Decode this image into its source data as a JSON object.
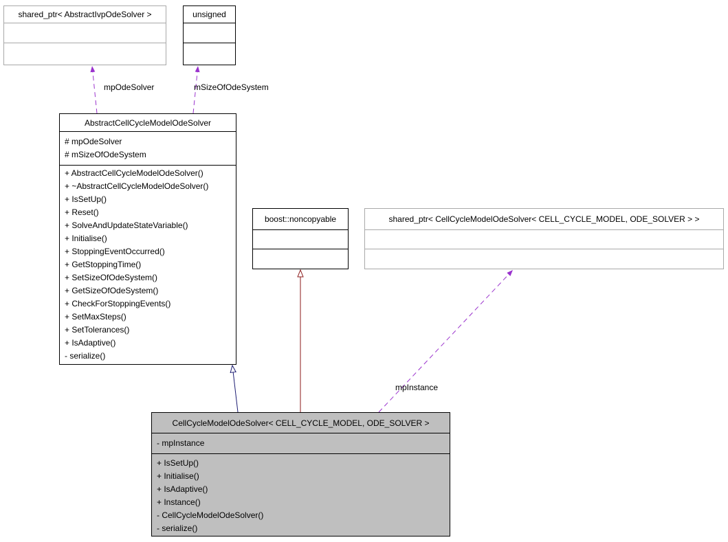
{
  "diagram": {
    "colors": {
      "usage_edge": "#9a32cd",
      "public_inheritance_edge": "#191970",
      "private_inheritance_edge": "#8b1a1a",
      "main_node_fill": "#bfbfbf",
      "external_node_border": "#a8a8a8"
    },
    "nodes": {
      "sharedPtrIvp": {
        "title": "shared_ptr< AbstractIvpOdeSolver >"
      },
      "unsignedType": {
        "title": "unsigned"
      },
      "abstractSolver": {
        "title": "AbstractCellCycleModelOdeSolver",
        "attributes": [
          "# mpOdeSolver",
          "# mSizeOfOdeSystem"
        ],
        "methods": [
          "+ AbstractCellCycleModelOdeSolver()",
          "+ ~AbstractCellCycleModelOdeSolver()",
          "+ IsSetUp()",
          "+ Reset()",
          "+ SolveAndUpdateStateVariable()",
          "+ Initialise()",
          "+ StoppingEventOccurred()",
          "+ GetStoppingTime()",
          "+ SetSizeOfOdeSystem()",
          "+ GetSizeOfOdeSystem()",
          "+ CheckForStoppingEvents()",
          "+ SetMaxSteps()",
          "+ SetTolerances()",
          "+ IsAdaptive()",
          "- serialize()"
        ]
      },
      "boostNoncopyable": {
        "title": "boost::noncopyable"
      },
      "sharedPtrCellCycle": {
        "title": "shared_ptr< CellCycleModelOdeSolver< CELL_CYCLE_MODEL, ODE_SOLVER > >"
      },
      "cellCycleSolver": {
        "title": "CellCycleModelOdeSolver< CELL_CYCLE_MODEL, ODE_SOLVER >",
        "attributes": [
          "- mpInstance"
        ],
        "methods": [
          "+ IsSetUp()",
          "+ Initialise()",
          "+ IsAdaptive()",
          "+ Instance()",
          "- CellCycleModelOdeSolver()",
          "- serialize()"
        ]
      }
    },
    "edges": {
      "mpOdeSolver": {
        "label": "mpOdeSolver"
      },
      "mSizeOfOdeSystem": {
        "label": "mSizeOfOdeSystem"
      },
      "mpInstance": {
        "label": "mpInstance"
      }
    }
  }
}
